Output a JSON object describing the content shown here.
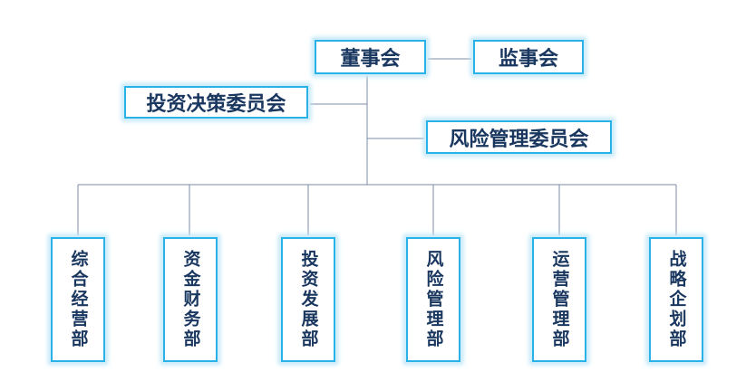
{
  "board": "董事会",
  "supervisors": "监事会",
  "investment_committee": "投资决策委员会",
  "risk_committee": "风险管理委员会",
  "departments": [
    "综合经营部",
    "资金财务部",
    "投资发展部",
    "风险管理部",
    "运营管理部",
    "战略企划部"
  ],
  "colors": {
    "border": "#29b2e8",
    "glow": "#bfe6f8",
    "text": "#1a3760",
    "line": "#7d8ea8"
  }
}
